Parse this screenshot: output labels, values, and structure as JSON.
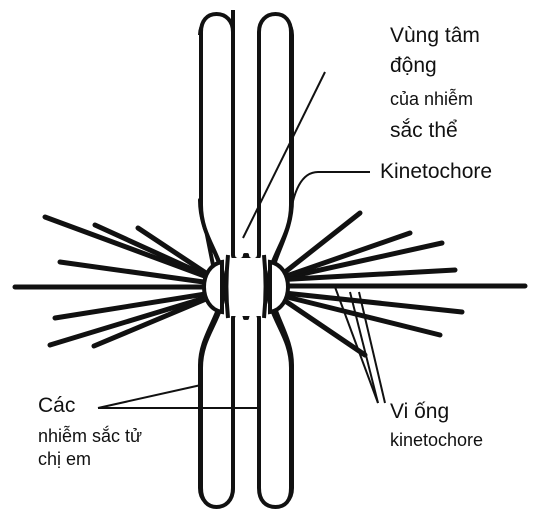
{
  "diagram": {
    "colors": {
      "stroke": "#111111",
      "fill": "#ffffff",
      "text": "#111111"
    },
    "labels": {
      "centromere": {
        "lines": [
          "Vùng tâm",
          "động",
          "của nhiễm",
          "sắc thể"
        ]
      },
      "kinetochore": "Kinetochore",
      "sister_chromatids": {
        "lines": [
          "Các",
          "nhiễm sắc tử",
          "chị em"
        ]
      },
      "kinetochore_microtubules": {
        "lines": [
          "Vi ống",
          "kinetochore"
        ]
      }
    }
  }
}
